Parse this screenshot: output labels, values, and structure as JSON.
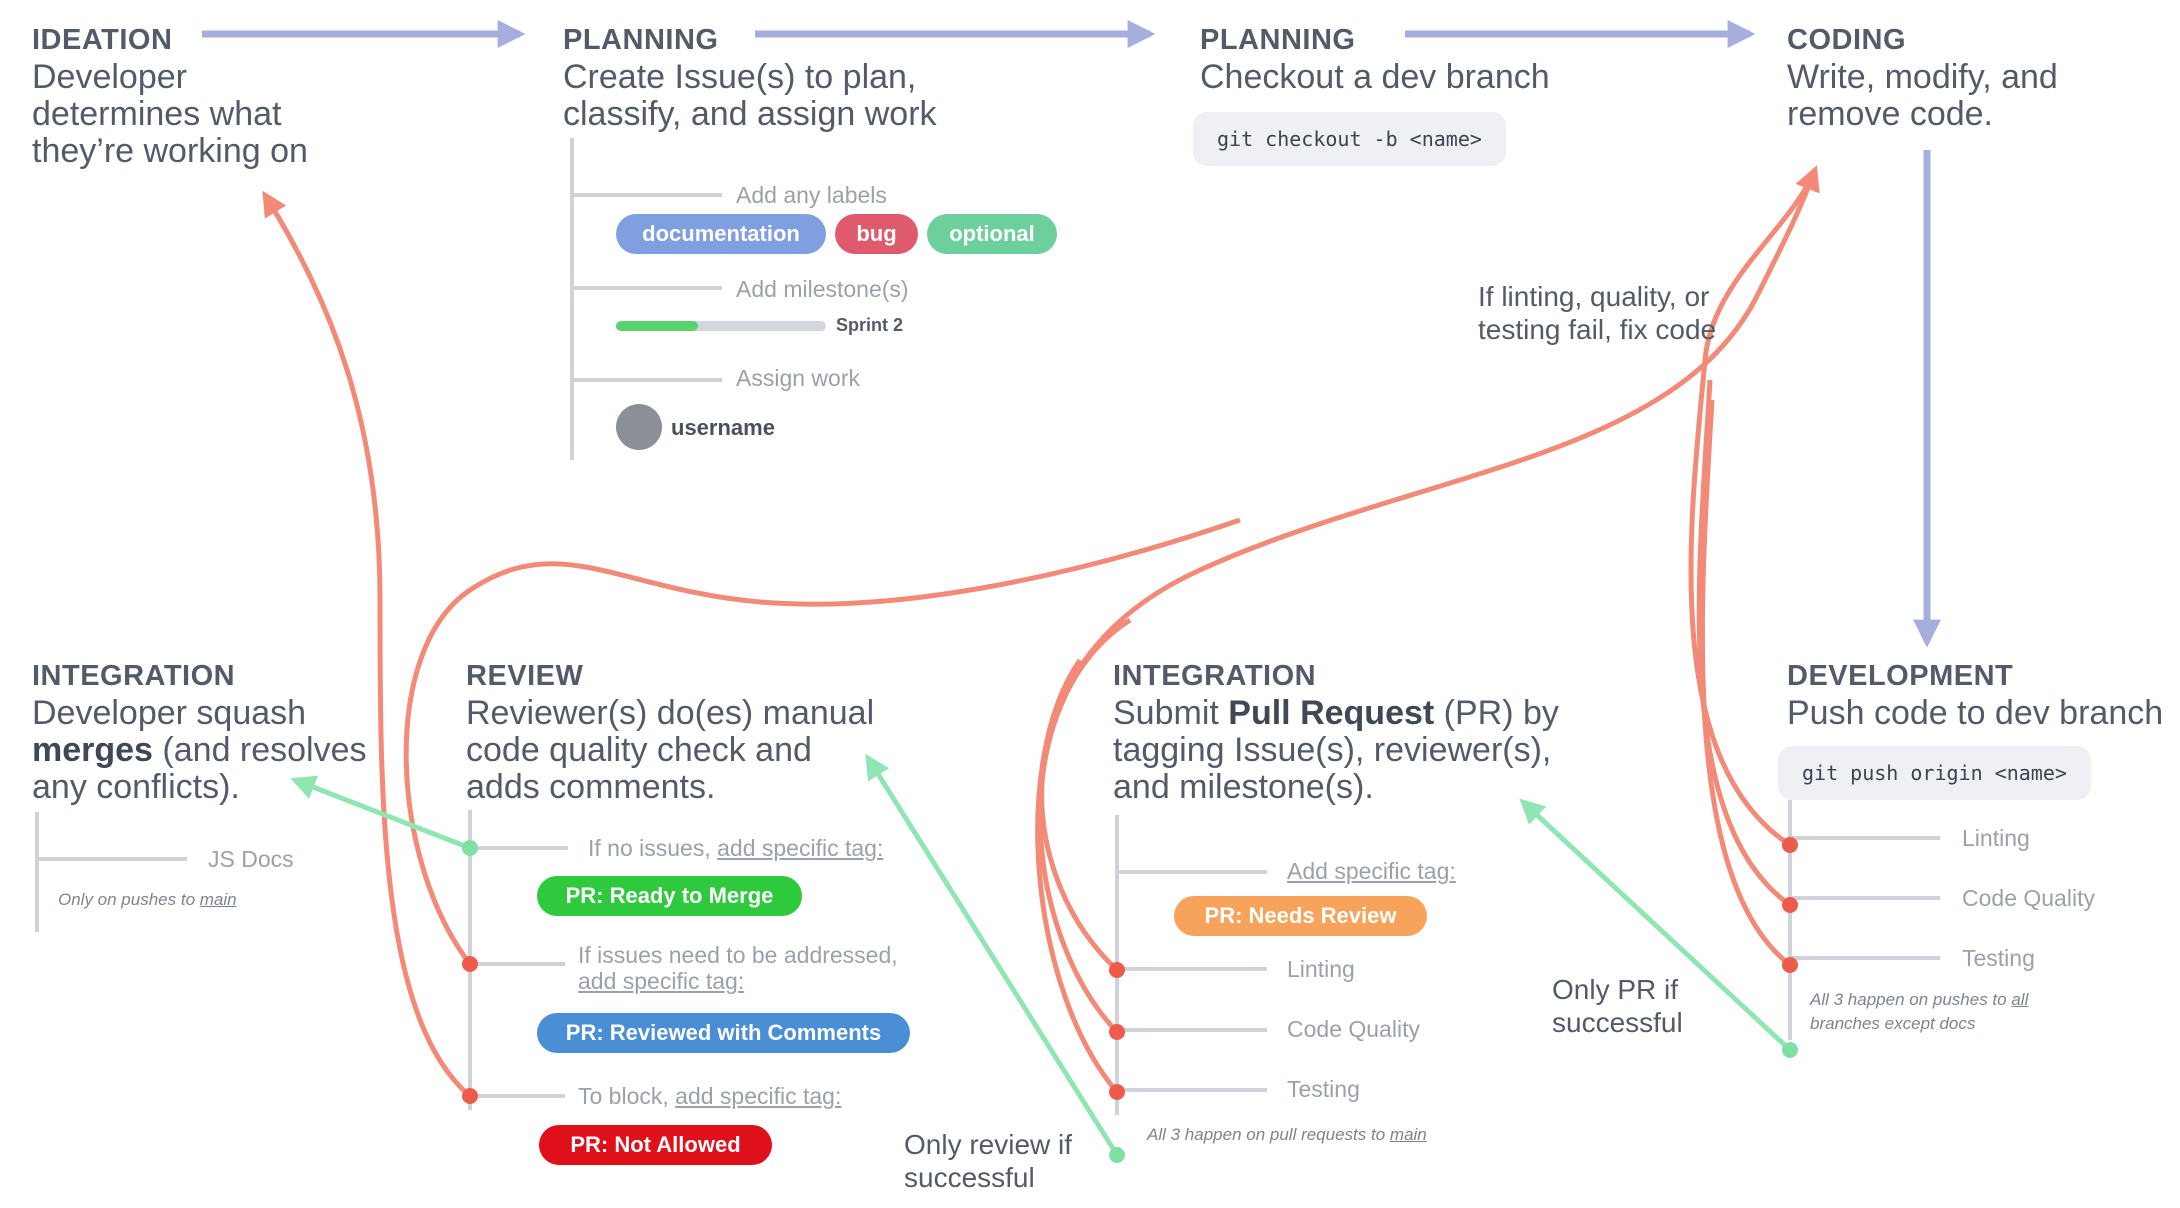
{
  "colors": {
    "flow_arrow": "#a6aede",
    "fail_line": "#f28a77",
    "fail_dot": "#ef5b4b",
    "success_line": "#8fe6b2",
    "success_dot": "#7fe0a6",
    "tree_line": "#cfd3d9"
  },
  "stages": {
    "ideation": {
      "title": "IDEATION",
      "desc": "Developer determines what they’re working on"
    },
    "planning_issues": {
      "title": "PLANNING",
      "desc": "Create Issue(s) to plan, classify, and assign work"
    },
    "planning_branch": {
      "title": "PLANNING",
      "desc": "Checkout a dev branch",
      "code": "git checkout -b <name>"
    },
    "coding": {
      "title": "CODING",
      "desc": "Write, modify, and remove code."
    },
    "development": {
      "title": "DEVELOPMENT",
      "desc": "Push code to dev branch",
      "code": "git push origin <name>"
    },
    "integration_pr": {
      "title": "INTEGRATION",
      "desc_pre": "Submit",
      "desc_bold": "Pull Request",
      "desc_post": "(PR) by tagging Issue(s), reviewer(s), and milestone(s)."
    },
    "review": {
      "title": "REVIEW",
      "desc": "Reviewer(s) do(es) manual code quality check and adds comments."
    },
    "integration_merge": {
      "title": "INTEGRATION",
      "desc_pre": "Developer squash",
      "desc_bold": "merges",
      "desc_post": "(and resolves any conflicts)."
    }
  },
  "planning_tree": {
    "labels_heading": "Add any labels",
    "labels": [
      {
        "text": "documentation",
        "color": "#7f9fe0"
      },
      {
        "text": "bug",
        "color": "#e05a6e"
      },
      {
        "text": "optional",
        "color": "#6ccf9c"
      }
    ],
    "milestone_heading": "Add milestone(s)",
    "milestone_name": "Sprint 2",
    "milestone_progress": 0.39,
    "assign_heading": "Assign work",
    "assignee": "username"
  },
  "development_tree": {
    "checks": [
      "Linting",
      "Code Quality",
      "Testing"
    ],
    "note_pre": "All 3 happen on pushes to",
    "note_u": "all",
    "note_post": "branches except docs"
  },
  "integration_tree": {
    "tag_label": "Add specific tag:",
    "tag": {
      "text": "PR: Needs Review",
      "color": "#f7a35c"
    },
    "checks": [
      "Linting",
      "Code Quality",
      "Testing"
    ],
    "note_pre": "All 3 happen on pull requests to",
    "note_u": "main"
  },
  "review_tree": {
    "opt1_pre": "If no issues,",
    "opt1_u": "add specific tag:",
    "opt1_tag": {
      "text": "PR: Ready to Merge",
      "color": "#2ec93d"
    },
    "opt2_line1": "If issues need to be addressed,",
    "opt2_u": "add specific tag:",
    "opt2_tag": {
      "text": "PR: Reviewed with Comments",
      "color": "#4a8fd6"
    },
    "opt3_pre": "To block,",
    "opt3_u": "add specific tag:",
    "opt3_tag": {
      "text": "PR: Not Allowed",
      "color": "#e0101a"
    }
  },
  "merge_tree": {
    "item": "JS Docs",
    "note_pre": "Only on pushes to",
    "note_u": "main"
  },
  "annotations": {
    "fix_code": "If linting, quality, or testing fail, fix code",
    "only_pr": "Only PR if successful",
    "only_review": "Only review if successful"
  }
}
